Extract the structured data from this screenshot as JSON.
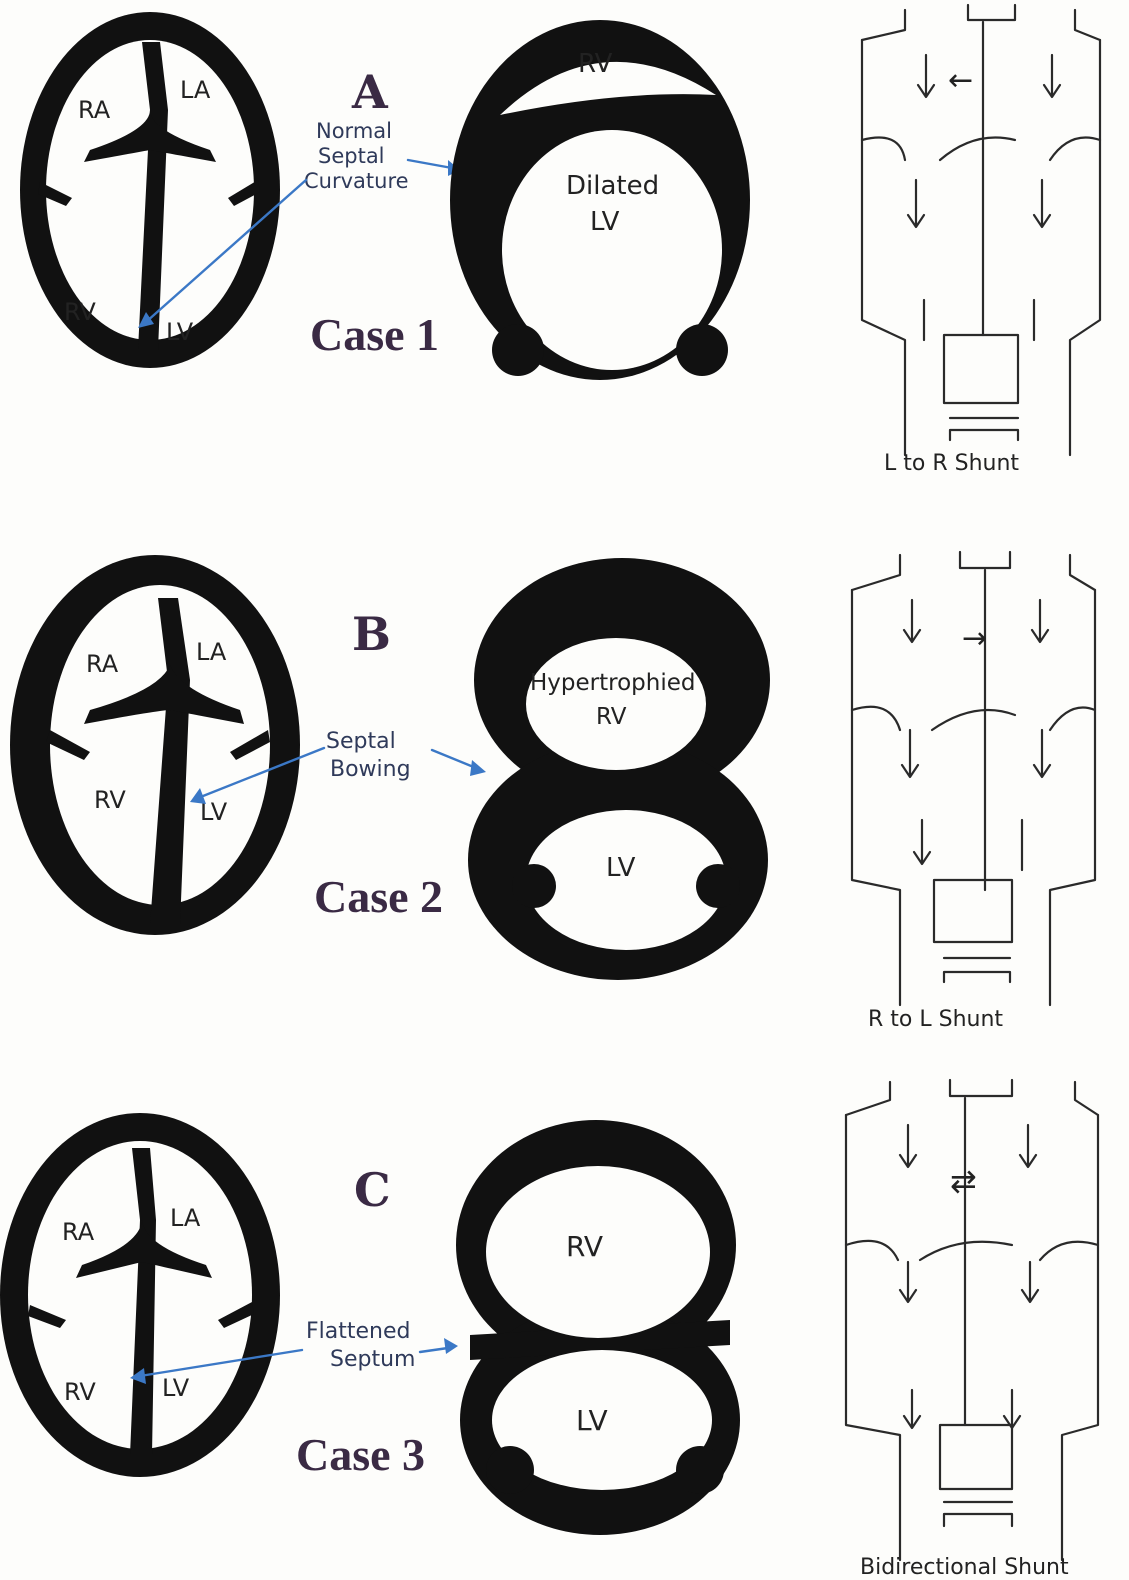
{
  "panels": [
    {
      "letter": "A",
      "case": "Case 1",
      "four_chamber": {
        "ra": "RA",
        "la": "LA",
        "rv": "RV",
        "lv": "LV"
      },
      "septum_note": [
        "Normal",
        "Septal",
        "Curvature"
      ],
      "short_axis": {
        "top": "RV",
        "bottom": [
          "Dilated",
          "LV"
        ]
      },
      "shunt_label": "L to R Shunt",
      "shunt_glyph": "←"
    },
    {
      "letter": "B",
      "case": "Case 2",
      "four_chamber": {
        "ra": "RA",
        "la": "LA",
        "rv": "RV",
        "lv": "LV"
      },
      "septum_note": [
        "Septal",
        "Bowing"
      ],
      "short_axis": {
        "top": [
          "Hypertrophied",
          "RV"
        ],
        "bottom": "LV"
      },
      "shunt_label": "R to L Shunt",
      "shunt_glyph": "→"
    },
    {
      "letter": "C",
      "case": "Case 3",
      "four_chamber": {
        "ra": "RA",
        "la": "LA",
        "rv": "RV",
        "lv": "LV"
      },
      "septum_note": [
        "Flattened",
        "Septum"
      ],
      "short_axis": {
        "top": "RV",
        "bottom": "LV"
      },
      "shunt_label": "Bidirectional Shunt",
      "shunt_glyph": "⇄"
    }
  ]
}
